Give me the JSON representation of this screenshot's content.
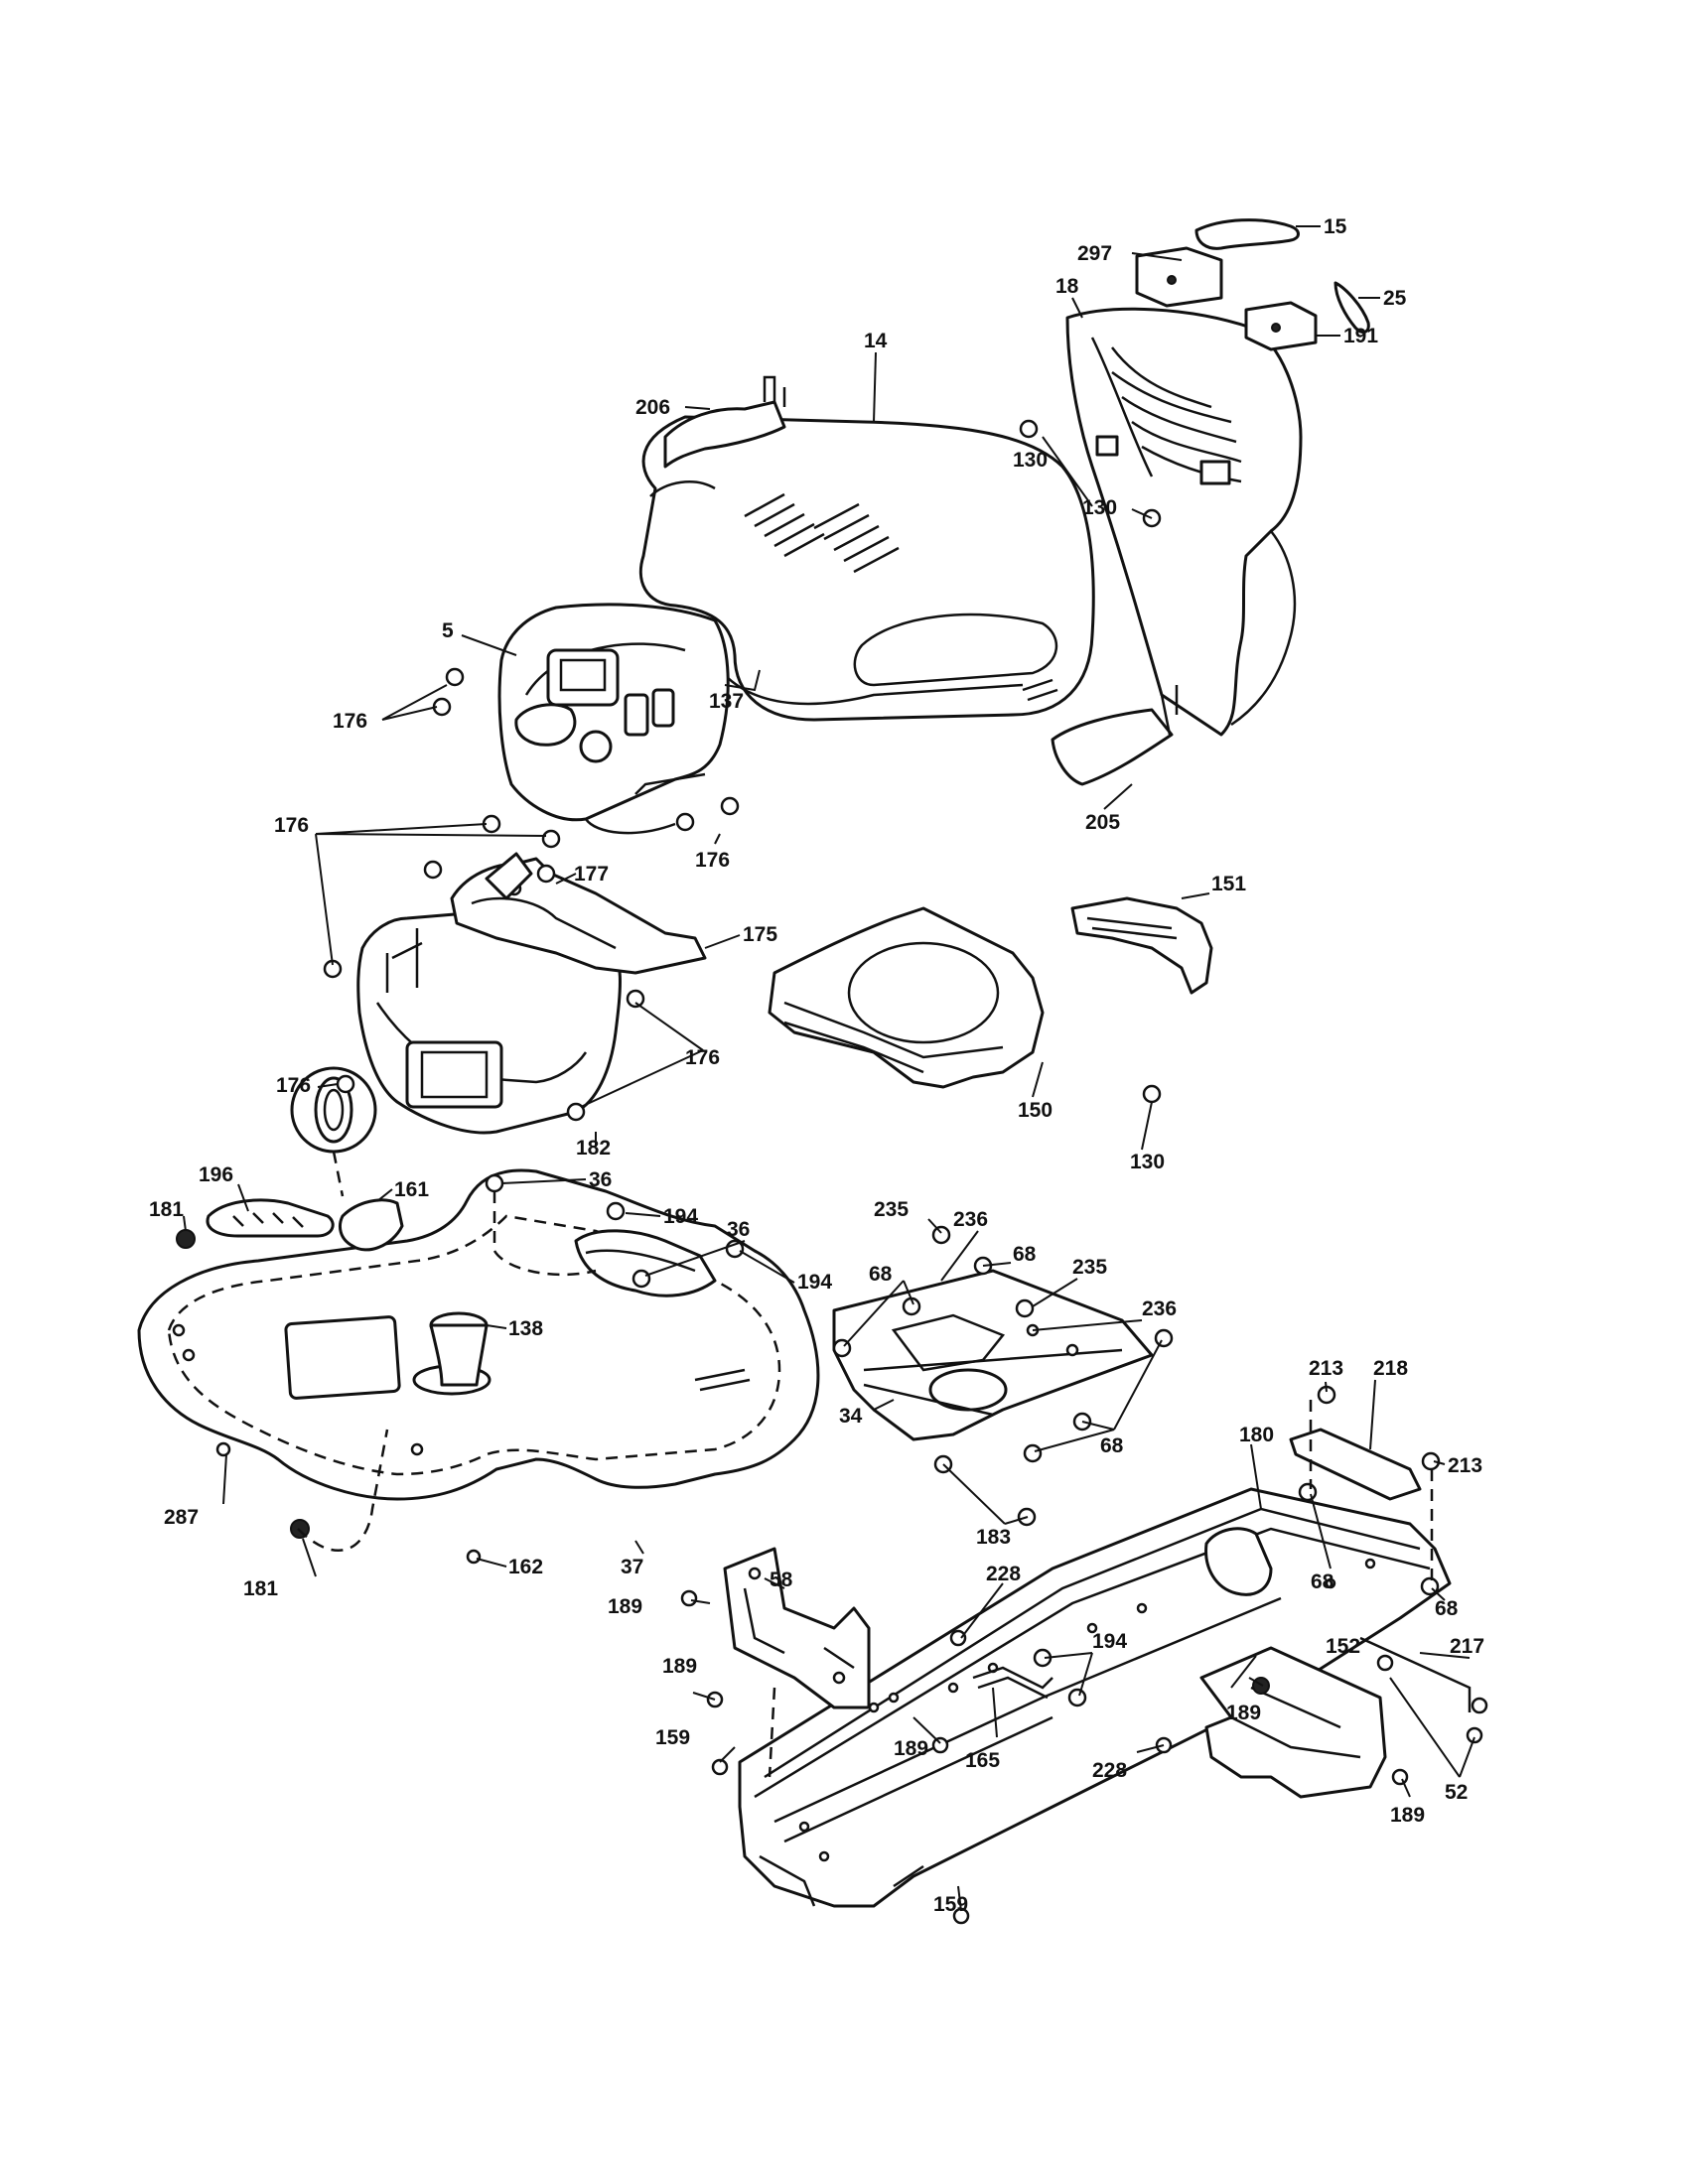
{
  "callouts": [
    "15",
    "297",
    "25",
    "18",
    "191",
    "14",
    "206",
    "130",
    "130",
    "5",
    "137",
    "176",
    "205",
    "176",
    "176",
    "177",
    "175",
    "151",
    "176",
    "176",
    "182",
    "150",
    "130",
    "196",
    "161",
    "181",
    "36",
    "194",
    "36",
    "194",
    "235",
    "236",
    "68",
    "68",
    "235",
    "236",
    "138",
    "34",
    "68",
    "213",
    "218",
    "213",
    "183",
    "180",
    "287",
    "68",
    "68",
    "37",
    "162",
    "181",
    "58",
    "228",
    "189",
    "194",
    "217",
    "189",
    "152",
    "189",
    "159",
    "165",
    "228",
    "189",
    "52",
    "189",
    "159"
  ]
}
